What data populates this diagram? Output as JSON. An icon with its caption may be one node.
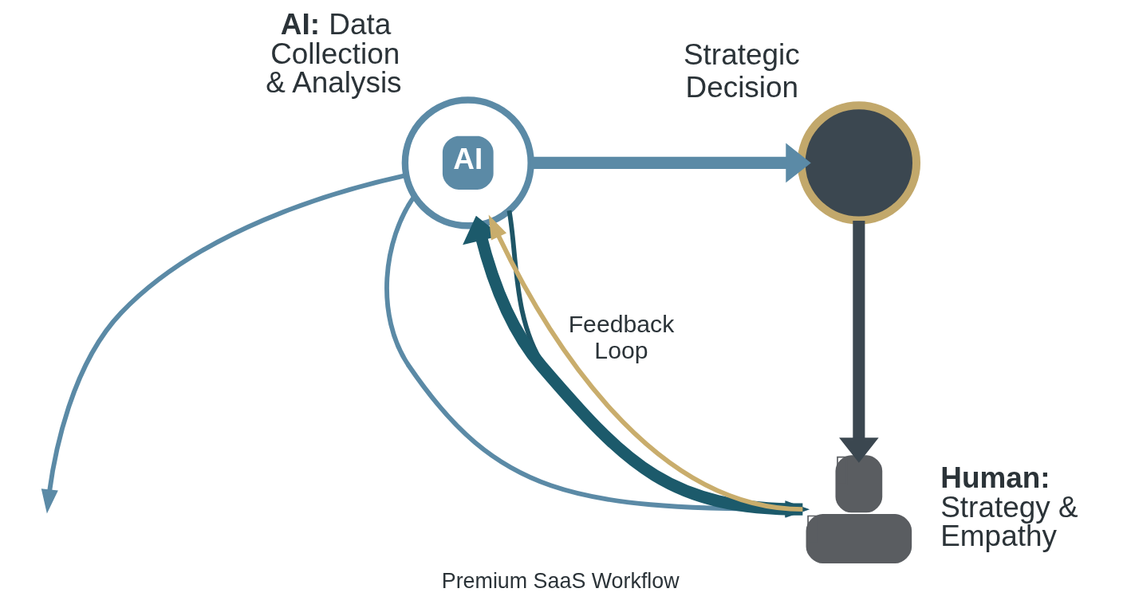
{
  "diagram": {
    "caption": "Premium SaaS Workflow",
    "nodes": [
      {
        "text": [
          "AI"
        ],
        "beside": [
          "**AI:** Data Collection & Analysis"
        ]
      },
      {
        "text": [],
        "shape": "circle",
        "beside": [
          "Strategic Decision"
        ]
      },
      {
        "text": [],
        "shape": "person",
        "beside": [
          "**Human:** Strategy & Empathy"
        ]
      }
    ],
    "edges": [
      {
        "from": 0,
        "to": 1,
        "arrow": "to",
        "style": "thick"
      },
      {
        "from": 1,
        "to": 2,
        "arrow": "to",
        "style": "thick",
        "color": "#3b4750"
      },
      {
        "from": 2,
        "to": 0,
        "arrow": "to",
        "style": "thick",
        "color": "#1c5a6b"
      },
      {
        "from": 0,
        "to": null,
        "arrow": "to"
      },
      {
        "from": 0,
        "to": 2,
        "arrow": "to"
      },
      {
        "from": 0,
        "to": 2,
        "arrow": "to",
        "color": "#1e5566"
      },
      {
        "from": 2,
        "to": 0,
        "arrow": "to",
        "label": "Feedback Loop",
        "color": "#c9ad6c"
      }
    ]
  }
}
